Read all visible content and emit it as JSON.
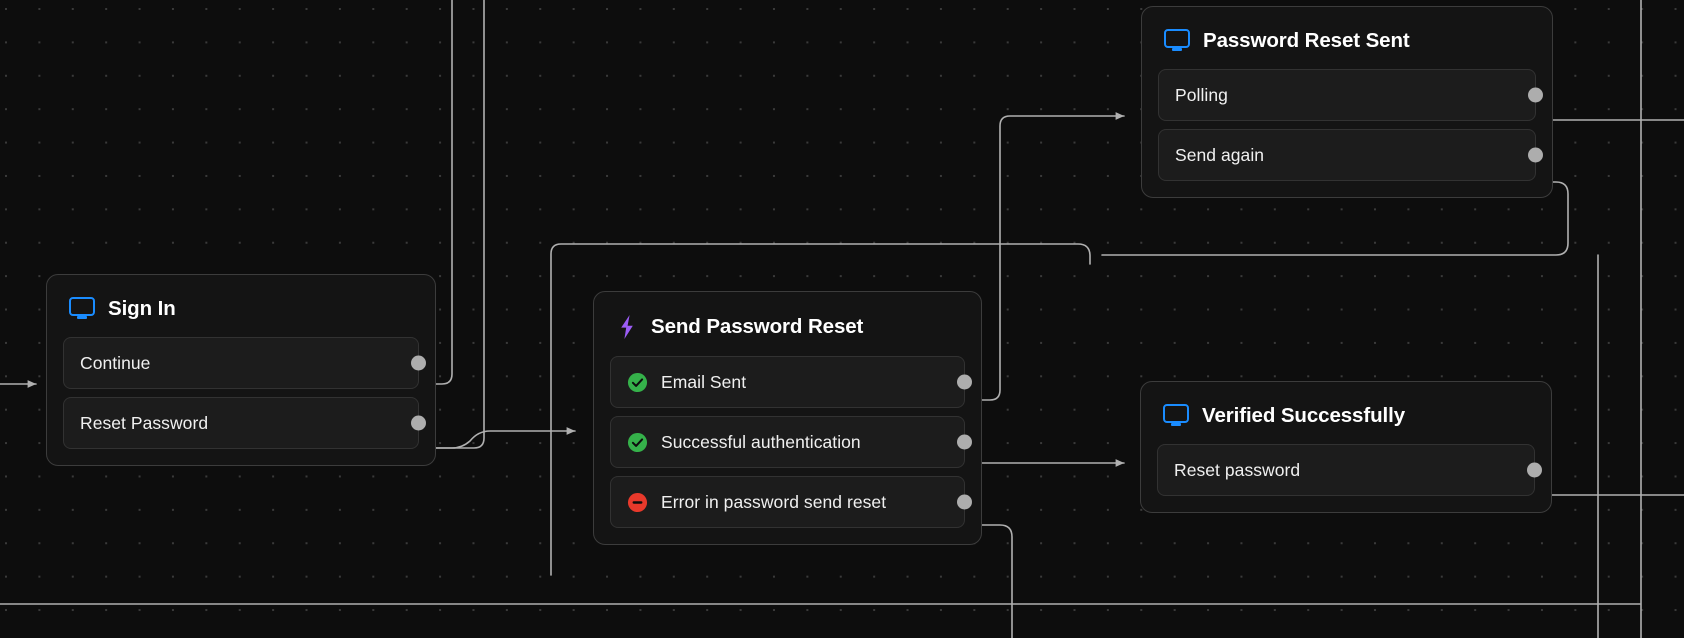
{
  "canvas": {
    "background": "#0d0d0d",
    "grid_dot_color": "#3a3a3a",
    "edge_color": "#b0b0b0",
    "handle_color": "#adadad"
  },
  "colors": {
    "screen_blue": "#1a8cff",
    "bolt_purple": "#9b5cf6",
    "success_green": "#35b14a",
    "error_red": "#e8392b",
    "node_bg": "#141414",
    "node_border": "#3c3c3c",
    "row_bg": "#1c1c1c",
    "row_border": "#323232",
    "text_primary": "#ffffff"
  },
  "nodes": [
    {
      "id": "sign-in",
      "title": "Sign In",
      "icon": "monitor-icon",
      "rows": [
        {
          "label": "Continue",
          "icon": null,
          "handle": true
        },
        {
          "label": "Reset Password",
          "icon": null,
          "handle": true
        }
      ]
    },
    {
      "id": "send-password-reset",
      "title": "Send Password Reset",
      "icon": "lightning-bolt-icon",
      "rows": [
        {
          "label": "Email Sent",
          "icon": "check-circle-icon",
          "handle": true
        },
        {
          "label": "Successful authentication",
          "icon": "check-circle-icon",
          "handle": true
        },
        {
          "label": "Error in password send reset",
          "icon": "minus-circle-icon",
          "handle": true
        }
      ]
    },
    {
      "id": "password-reset-sent",
      "title": "Password Reset Sent",
      "icon": "monitor-icon",
      "rows": [
        {
          "label": "Polling",
          "icon": null,
          "handle": true
        },
        {
          "label": "Send again",
          "icon": null,
          "handle": true
        }
      ]
    },
    {
      "id": "verified-successfully",
      "title": "Verified Successfully",
      "icon": "monitor-icon",
      "rows": [
        {
          "label": "Reset password",
          "icon": null,
          "handle": true
        }
      ]
    }
  ]
}
